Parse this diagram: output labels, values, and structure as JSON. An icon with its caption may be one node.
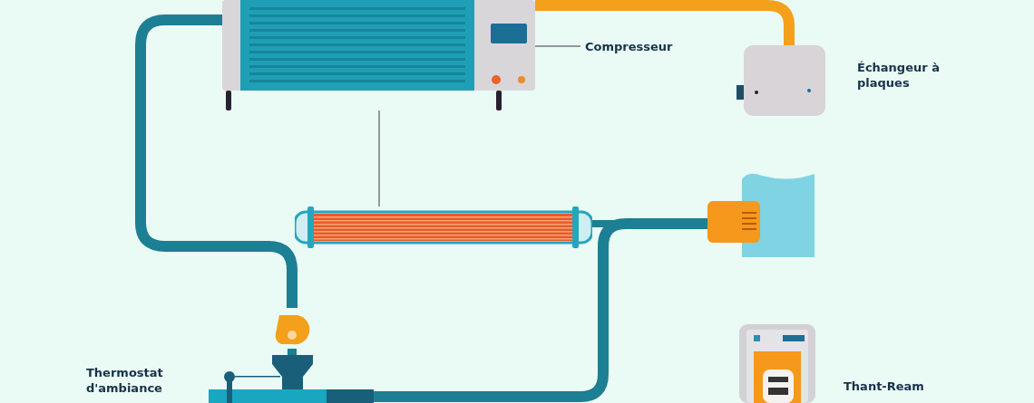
{
  "diagram": {
    "nodes": [
      {
        "text": [],
        "shape": "picture"
      },
      {
        "text": [
          "Compresseur"
        ]
      },
      {
        "text": [],
        "shape": "box",
        "beside": [
          "Échangeur à plaques"
        ]
      },
      {
        "text": [],
        "shape": "picture"
      },
      {
        "text": [],
        "shape": "picture"
      },
      {
        "text": [],
        "shape": "picture"
      },
      {
        "text": [],
        "shape": "picture",
        "beside": [
          "Thermostat d'ambiance"
        ]
      },
      {
        "text": [],
        "shape": "picture",
        "beside": [
          "Thant-Ream"
        ]
      }
    ],
    "edges": [
      {
        "from": 1,
        "to": 0,
        "arrow": "none",
        "color": "#6f7c85"
      },
      {
        "from": 0,
        "to": 2,
        "arrow": "none",
        "color": "#f5a01a"
      },
      {
        "from": 0,
        "to": 5,
        "arrow": "none"
      },
      {
        "from": 5,
        "to": 6,
        "arrow": "none"
      },
      {
        "from": 0,
        "to": 3,
        "arrow": "none",
        "color": "#6f7c85"
      },
      {
        "from": 3,
        "to": 4,
        "arrow": "none"
      },
      {
        "from": 6,
        "to": 4,
        "arrow": "none"
      }
    ]
  }
}
